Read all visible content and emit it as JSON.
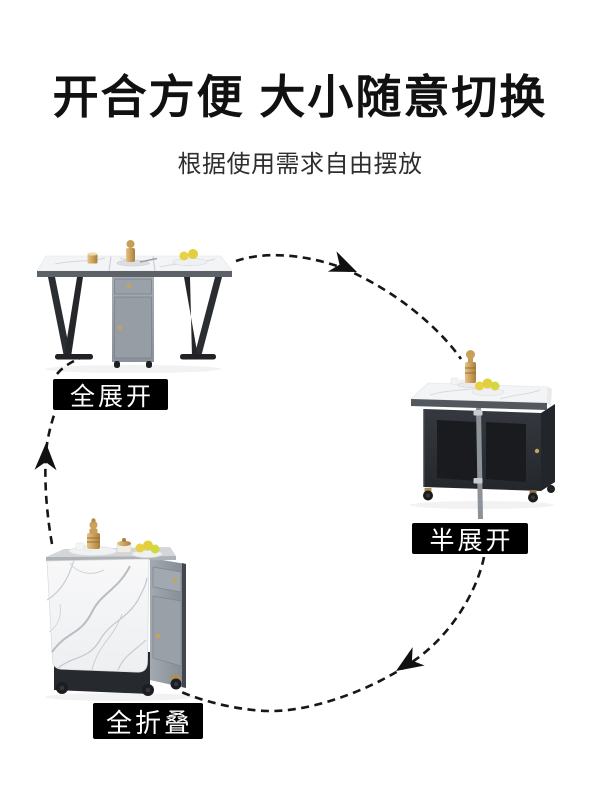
{
  "page": {
    "background_color": "#ffffff",
    "header": {
      "title": "开合方便 大小随意切换",
      "subtitle": "根据使用需求自由摆放",
      "title_color": "#111111",
      "subtitle_color": "#2e2e2e"
    },
    "diagram": {
      "type": "state-cycle",
      "direction": "clockwise",
      "arrow_style": "dashed-arc",
      "arrow_color": "#161616",
      "states": [
        {
          "id": "full-open",
          "label": "全展开",
          "position": "top-left"
        },
        {
          "id": "half-open",
          "label": "半展开",
          "position": "middle-right"
        },
        {
          "id": "full-folded",
          "label": "全折叠",
          "position": "bottom-left"
        }
      ],
      "state_label_style": {
        "background_color": "#000000",
        "text_color": "#ffffff"
      }
    },
    "illustration_colors": {
      "marble_top": "#f4f5f7",
      "marble_vein": "#c3c7cd",
      "cabinet_gray": "#99a0a8",
      "frame_black": "#2a2d31",
      "base_charcoal": "#2c2f34",
      "gold_accent": "#c7a25e",
      "lemon_yellow": "#e8d243"
    }
  }
}
